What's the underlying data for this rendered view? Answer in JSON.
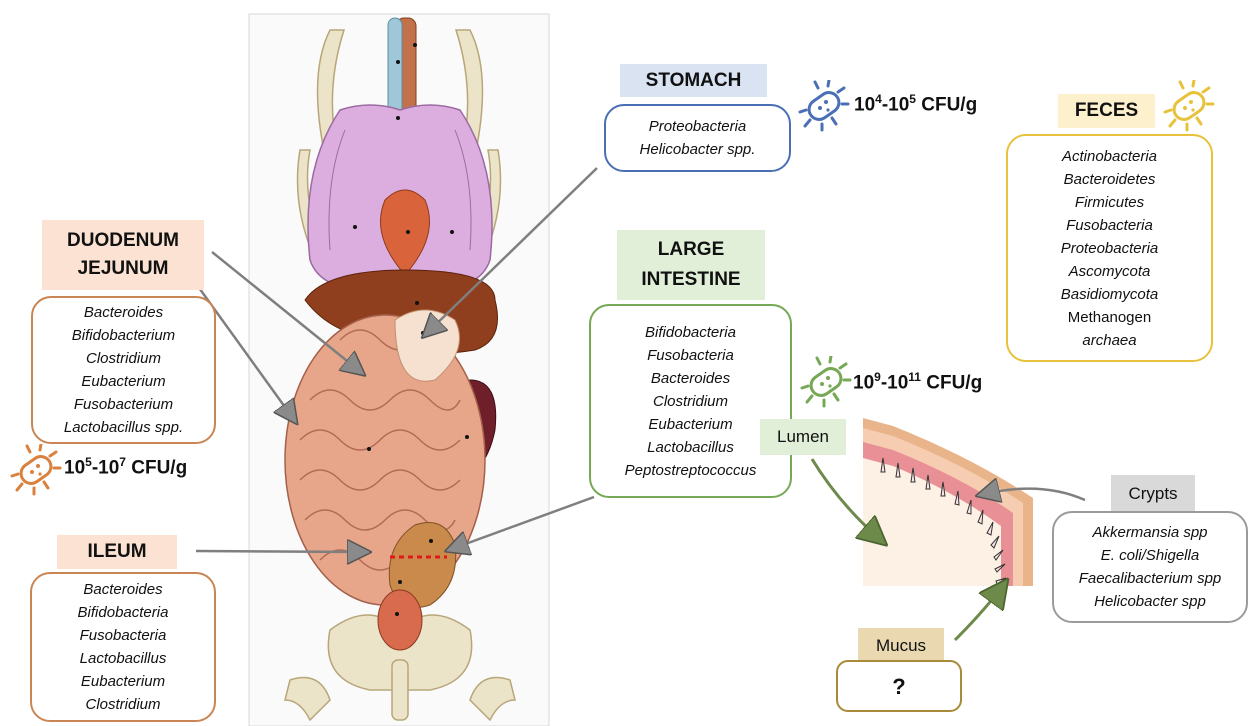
{
  "colors": {
    "stomach": "#4a6fb4",
    "duodenum": "#c98654",
    "large_intestine": "#76a856",
    "feces": "#e8c23c",
    "crypts": "#9b9b9b",
    "mucus": "#a88a3a"
  },
  "icons": [
    "bacterium-icon"
  ],
  "stomach": {
    "title": "STOMACH",
    "items": [
      "Proteobacteria",
      "Helicobacter spp."
    ],
    "cfu": {
      "base_low": "10",
      "exp_low": "4",
      "sep": "-",
      "base_high": "10",
      "exp_high": "5",
      "unit": " CFU/g"
    }
  },
  "duodenum": {
    "title_line1": "DUODENUM",
    "title_line2": "JEJUNUM",
    "items": [
      "Bacteroides",
      "Bifidobacterium",
      "Clostridium",
      "Eubacterium",
      "Fusobacterium",
      "Lactobacillus spp."
    ],
    "cfu": {
      "base_low": "10",
      "exp_low": "5",
      "sep": "-",
      "base_high": "10",
      "exp_high": "7",
      "unit": " CFU/g"
    }
  },
  "ileum": {
    "title": "ILEUM",
    "items": [
      "Bacteroides",
      "Bifidobacteria",
      "Fusobacteria",
      "Lactobacillus",
      "Eubacterium",
      "Clostridium"
    ]
  },
  "large_intestine": {
    "title_line1": "LARGE",
    "title_line2": "INTESTINE",
    "items": [
      "Bifidobacteria",
      "Fusobacteria",
      "Bacteroides",
      "Clostridium",
      "Eubacterium",
      "Lactobacillus",
      "Peptostreptococcus"
    ],
    "cfu": {
      "base_low": "10",
      "exp_low": "9",
      "sep": "-",
      "base_high": "10",
      "exp_high": "11",
      "unit": " CFU/g"
    }
  },
  "feces": {
    "title": "FECES",
    "items": [
      "Actinobacteria",
      "Bacteroidetes",
      "Firmicutes",
      "Fusobacteria",
      "Proteobacteria",
      "Ascomycota",
      "Basidiomycota",
      "Methanogen",
      "archaea"
    ]
  },
  "crypts": {
    "title": "Crypts",
    "items": [
      "Akkermansia spp",
      "E. coli/Shigella",
      "Faecalibacterium spp",
      "Helicobacter spp"
    ]
  },
  "lumen": {
    "label": "Lumen"
  },
  "mucus": {
    "title": "Mucus",
    "value": "?"
  }
}
